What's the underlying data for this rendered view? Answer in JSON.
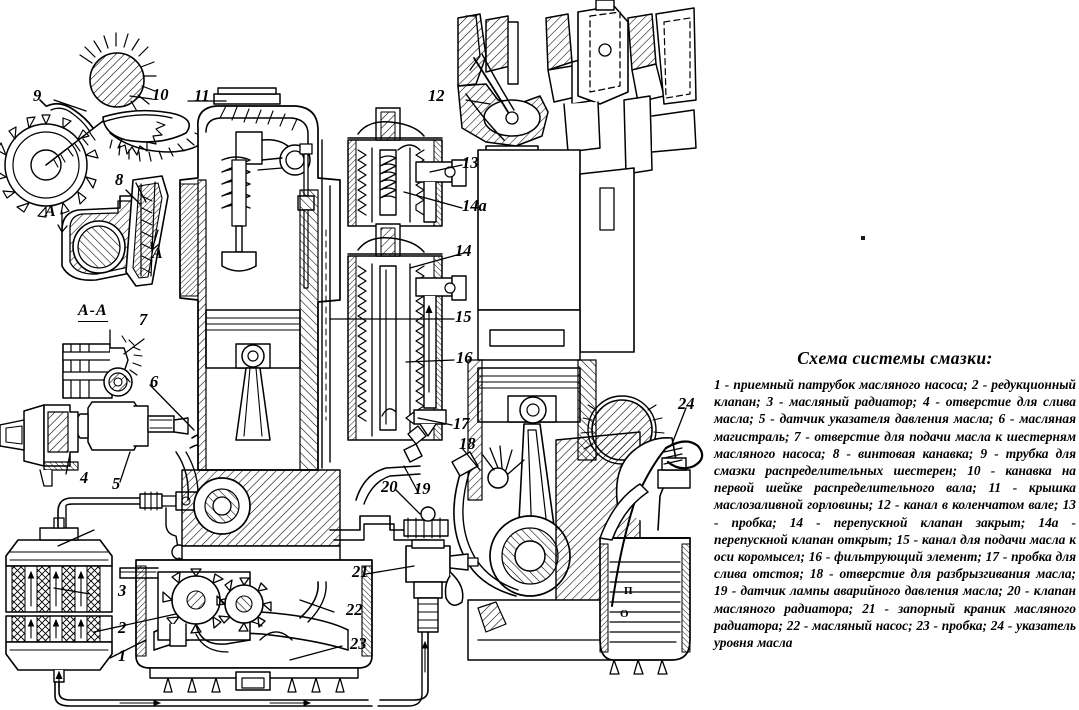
{
  "document": {
    "language": "ru",
    "kind": "technical-cutaway-diagram",
    "background_color": "#ffffff",
    "ink_color": "#000000"
  },
  "legend": {
    "title": "Схема системы смазки:",
    "body": "1 - приемный патрубок масляного насоса; 2 - редукционный клапан; 3 - масляный радиатор; 4 - отверстие для слива масла; 5 - датчик указателя давления масла; 6 - масляная магистраль; 7 - отверстие для подачи масла к шестерням масляного насоса; 8 - винтовая канавка; 9 - трубка для смазки распределительных шестерен; 10 - канавка на первой шейке распределительного вала; 11 - крышка маслозаливной горловины; 12 - канал в коленчатом вале; 13 - пробка; 14 - перепускной клапан закрыт; 14а - перепускной клапан открыт; 15 - канал для подачи масла к оси коромысел; 16 - фильтрующий элемент; 17 - пробка для слива отстоя; 18 - отверстие для разбрызгивания масла; 19 - датчик лампы аварийного давления масла; 20 - клапан масляного радиатора; 21 - запорный краник масляного радиатора; 22 - масляный насос; 23 - пробка; 24 - указатель уровня масла",
    "items": [
      {
        "n": "1",
        "text": "приемный патрубок масляного насоса"
      },
      {
        "n": "2",
        "text": "редукционный клапан"
      },
      {
        "n": "3",
        "text": "масляный радиатор"
      },
      {
        "n": "4",
        "text": "отверстие для слива масла"
      },
      {
        "n": "5",
        "text": "датчик указателя давления масла"
      },
      {
        "n": "6",
        "text": "масляная магистраль"
      },
      {
        "n": "7",
        "text": "отверстие для подачи масла к шестерням масляного насоса"
      },
      {
        "n": "8",
        "text": "винтовая канавка"
      },
      {
        "n": "9",
        "text": "трубка для смазки распределительных шестерен"
      },
      {
        "n": "10",
        "text": "канавка на первой шейке распределительного вала"
      },
      {
        "n": "11",
        "text": "крышка маслозаливной горловины"
      },
      {
        "n": "12",
        "text": "канал в коленчатом вале"
      },
      {
        "n": "13",
        "text": "пробка"
      },
      {
        "n": "14",
        "text": "перепускной клапан закрыт"
      },
      {
        "n": "14а",
        "text": "перепускной клапан открыт"
      },
      {
        "n": "15",
        "text": "канал для подачи масла к оси коромысел"
      },
      {
        "n": "16",
        "text": "фильтрующий элемент"
      },
      {
        "n": "17",
        "text": "пробка для слива отстоя"
      },
      {
        "n": "18",
        "text": "отверстие для разбрызгивания масла"
      },
      {
        "n": "19",
        "text": "датчик лампы аварийного давления масла"
      },
      {
        "n": "20",
        "text": "клапан масляного радиатора"
      },
      {
        "n": "21",
        "text": "запорный краник масляного радиатора"
      },
      {
        "n": "22",
        "text": "масляный насос"
      },
      {
        "n": "23",
        "text": "пробка"
      },
      {
        "n": "24",
        "text": "указатель уровня масла"
      }
    ]
  },
  "callouts": {
    "n9": "9",
    "n10": "10",
    "n11": "11",
    "n12": "12",
    "n13": "13",
    "n14a": "14а",
    "n14": "14",
    "n15": "15",
    "n16": "16",
    "n17": "17",
    "n18": "18",
    "n19": "19",
    "n20": "20",
    "n21": "21",
    "n22": "22",
    "n23": "23",
    "n24": "24",
    "n8": "8",
    "n7": "7",
    "n6": "6",
    "n5": "5",
    "n4": "4",
    "n3": "3",
    "n2": "2",
    "n1": "1"
  },
  "section_marks": {
    "arrow_left": "A",
    "arrow_right": "A",
    "section_title": "А-А"
  },
  "dipstick": {
    "upper_mark": "П",
    "lower_mark": "О"
  }
}
